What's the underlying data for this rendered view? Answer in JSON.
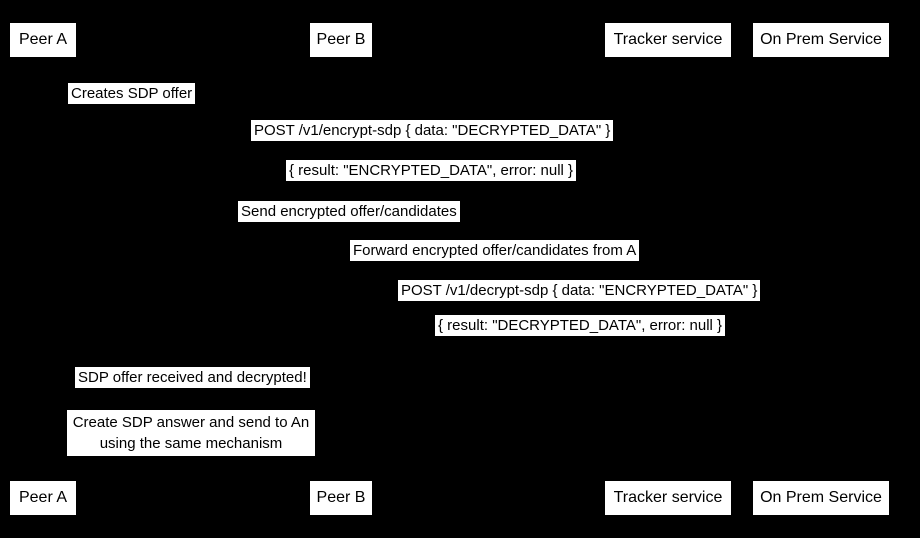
{
  "diagram": {
    "kind": "sequence-diagram",
    "background_color": "#000000",
    "box_background_color": "#ffffff",
    "box_text_color": "#000000"
  },
  "participants": [
    {
      "label": "Peer A"
    },
    {
      "label": "Peer B"
    },
    {
      "label": "Tracker service"
    },
    {
      "label": "On Prem Service"
    }
  ],
  "messages": [
    {
      "text": "Creates SDP offer"
    },
    {
      "text": "POST /v1/encrypt-sdp { data: \"DECRYPTED_DATA\" }"
    },
    {
      "text": "{ result: \"ENCRYPTED_DATA\", error: null }"
    },
    {
      "text": "Send encrypted offer/candidates"
    },
    {
      "text": "Forward encrypted offer/candidates from A"
    },
    {
      "text": "POST /v1/decrypt-sdp { data: \"ENCRYPTED_DATA\" }"
    },
    {
      "text": "{ result: \"DECRYPTED_DATA\", error: null }"
    },
    {
      "text": "SDP offer received and decrypted!"
    }
  ],
  "note": {
    "lines": [
      "Create SDP answer and send to An",
      "using the same mechanism"
    ]
  }
}
